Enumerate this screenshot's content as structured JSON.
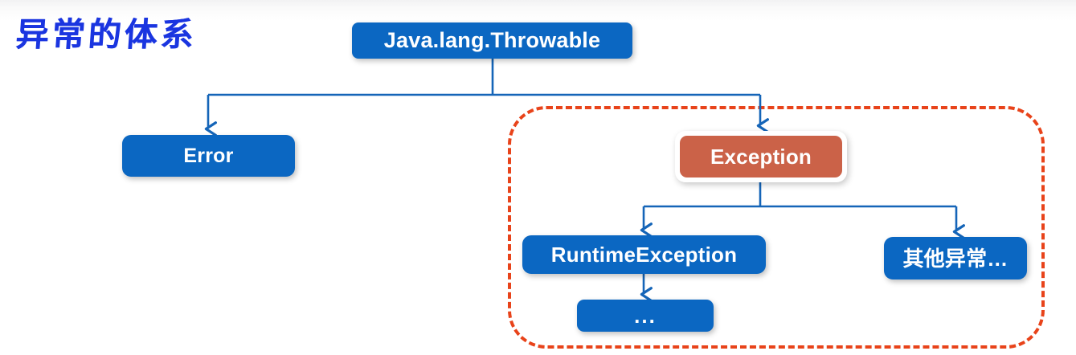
{
  "diagram": {
    "title": "异常的体系",
    "title_color": "#1a35e0",
    "background_color": "#ffffff",
    "node_fill_blue": "#0b67c2",
    "node_fill_highlight": "#cb6248",
    "connector_color": "#1565b8",
    "group_border_color": "#e8431a",
    "type": "hierarchy-tree"
  },
  "nodes": {
    "throwable": {
      "label": "Java.lang.Throwable",
      "style": "blue"
    },
    "error": {
      "label": "Error",
      "style": "blue"
    },
    "exception": {
      "label": "Exception",
      "style": "highlight"
    },
    "runtime_exception": {
      "label": "RuntimeException",
      "style": "blue"
    },
    "other_exceptions": {
      "label": "其他异常…",
      "style": "blue"
    },
    "ellipsis": {
      "label": "...",
      "style": "blue"
    }
  },
  "group": {
    "name": "exception-group",
    "border_style": "dashed",
    "border_color": "#e8431a"
  },
  "edges": [
    {
      "from": "throwable",
      "to": "error"
    },
    {
      "from": "throwable",
      "to": "exception"
    },
    {
      "from": "exception",
      "to": "runtime_exception"
    },
    {
      "from": "exception",
      "to": "other_exceptions"
    },
    {
      "from": "runtime_exception",
      "to": "ellipsis"
    }
  ]
}
